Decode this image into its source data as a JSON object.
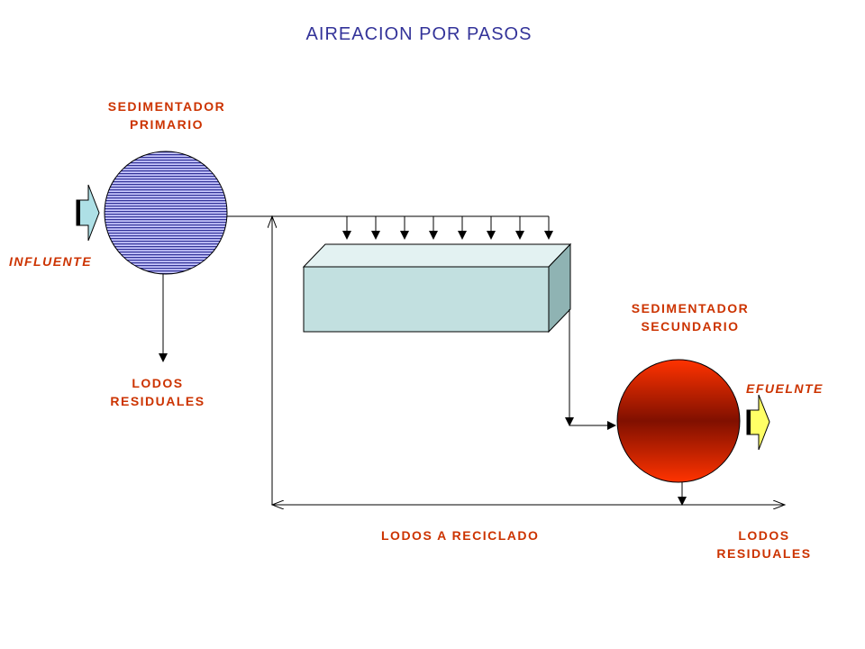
{
  "title": "AIREACION POR PASOS",
  "labels": {
    "primary_settler": [
      "SEDIMENTADOR",
      "PRIMARIO"
    ],
    "influent": "INFLUENTE",
    "primary_sludge": [
      "LODOS",
      "RESIDUALES"
    ],
    "secondary_settler": [
      "SEDIMENTADOR",
      "SECUNDARIO"
    ],
    "effluent": "EFUELNTE",
    "recycle": "LODOS A RECICLADO",
    "secondary_sludge": [
      "LODOS",
      "RESIDUALES"
    ]
  },
  "colors": {
    "title": "#333399",
    "label": "#cc3300",
    "influent_arrow": "#aee0e6",
    "effluent_arrow": "#ffff66",
    "primary_clarifier_stripes": "#333399",
    "primary_clarifier_fill": "#ccccff",
    "tank_front": "#c2e0e0",
    "tank_top": "#e3f2f2",
    "tank_side": "#8fb3b3",
    "secondary_clarifier_edge": "#ff3300",
    "secondary_clarifier_center": "#801000"
  },
  "icons": {
    "influent": "block-arrow-right",
    "effluent": "block-arrow-right"
  },
  "step_feed_count": 8
}
